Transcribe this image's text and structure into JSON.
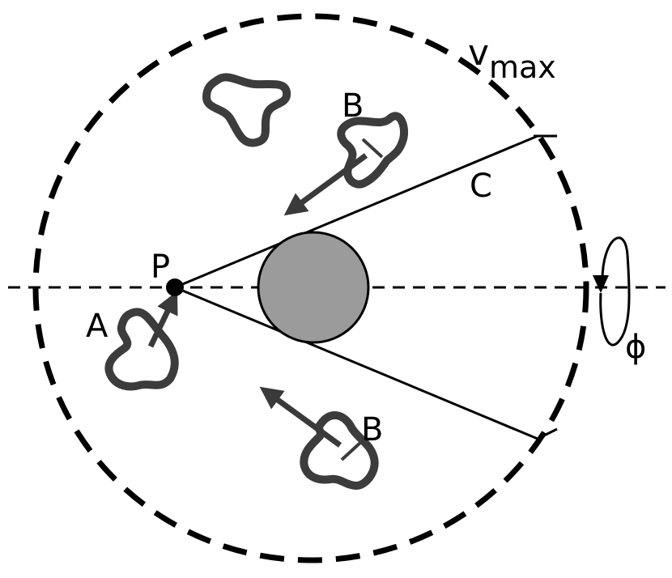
{
  "labels": {
    "point_p": "P",
    "point_a": "A",
    "point_b_upper": "B",
    "point_b_lower": "B",
    "cone_c": "C",
    "v_letter": "v",
    "v_subscript": "max",
    "phi": "ϕ"
  },
  "colors": {
    "ink": "#000000",
    "blob": "#3c3c3c",
    "arrow": "#3a3a3a",
    "obstacle_fill": "#9b9b9b"
  }
}
